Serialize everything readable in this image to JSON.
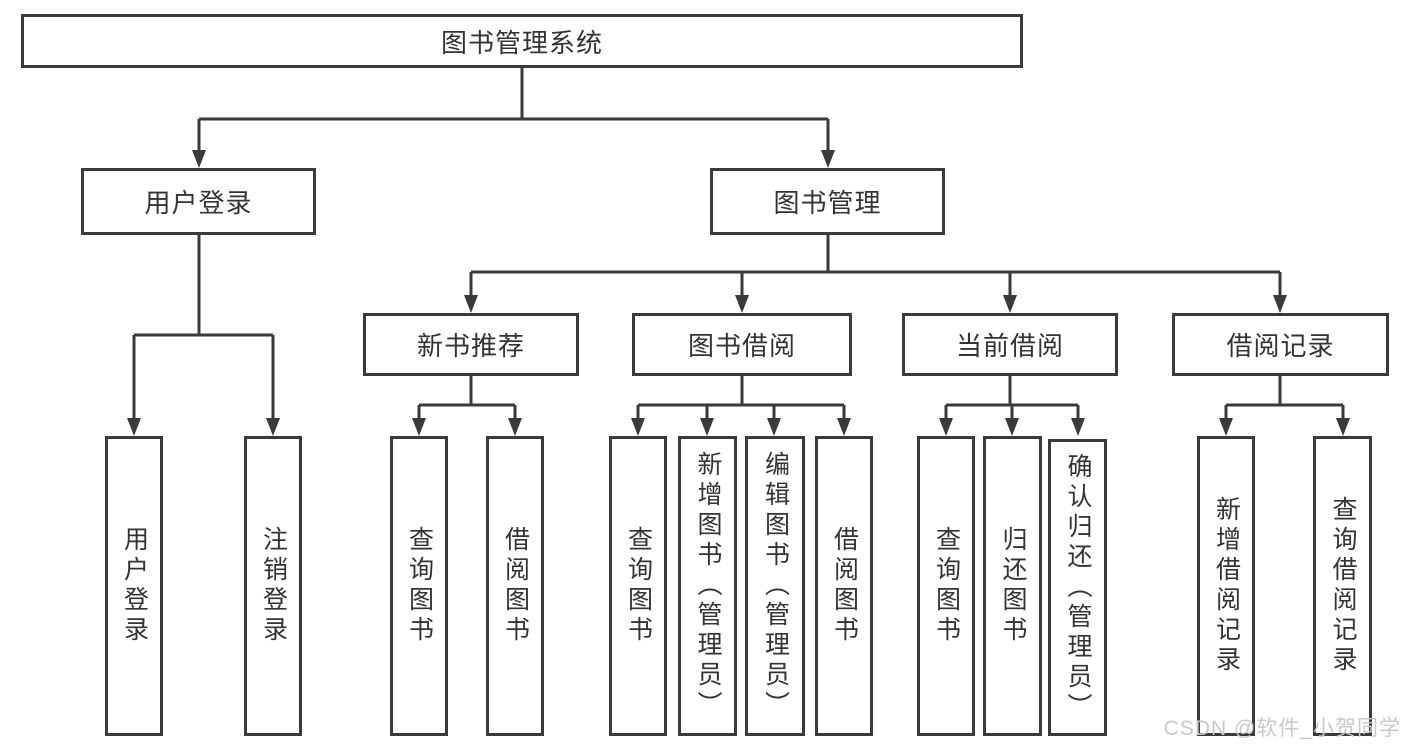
{
  "diagram": {
    "title": "图书管理系统",
    "branches": [
      {
        "label": "用户登录",
        "children": [
          {
            "label": "用户登录"
          },
          {
            "label": "注销登录"
          }
        ]
      },
      {
        "label": "图书管理",
        "sections": [
          {
            "label": "新书推荐",
            "children": [
              {
                "label": "查询图书"
              },
              {
                "label": "借阅图书"
              }
            ]
          },
          {
            "label": "图书借阅",
            "children": [
              {
                "label": "查询图书"
              },
              {
                "label": "新增图书（管理员）"
              },
              {
                "label": "编辑图书（管理员）"
              },
              {
                "label": "借阅图书"
              }
            ]
          },
          {
            "label": "当前借阅",
            "children": [
              {
                "label": "查询图书"
              },
              {
                "label": "归还图书"
              },
              {
                "label": "确认归还（管理员）"
              }
            ]
          },
          {
            "label": "借阅记录",
            "children": [
              {
                "label": "新增借阅记录"
              },
              {
                "label": "查询借阅记录"
              }
            ]
          }
        ]
      }
    ]
  },
  "watermark": {
    "text": "CSDN @软件_小贺同学"
  },
  "colors": {
    "line": "#3a3a3a",
    "text": "#333333",
    "watermark": "#c9c9c9",
    "background": "#ffffff"
  }
}
